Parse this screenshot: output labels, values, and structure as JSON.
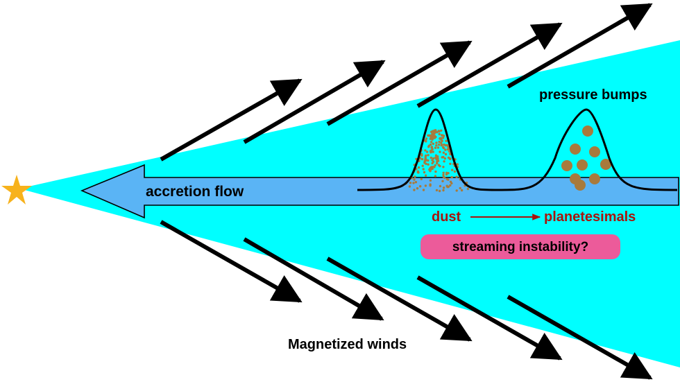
{
  "labels": {
    "accretion_flow": "accretion flow",
    "pressure_bumps": "pressure bumps",
    "dust": "dust",
    "planetesimals": "planetesimals",
    "streaming_instability": "streaming instability?",
    "magnetized_winds": "Magnetized winds"
  },
  "colors": {
    "disk": "#00ffff",
    "accretion_arrow": "#5ab4f5",
    "star": "#f7b21c",
    "dust": "#a87a3c",
    "dust_label": "#a8140c",
    "badge": "#ec5b9a",
    "wind_arrow": "#000000"
  },
  "icons": {
    "star": "star-icon"
  }
}
